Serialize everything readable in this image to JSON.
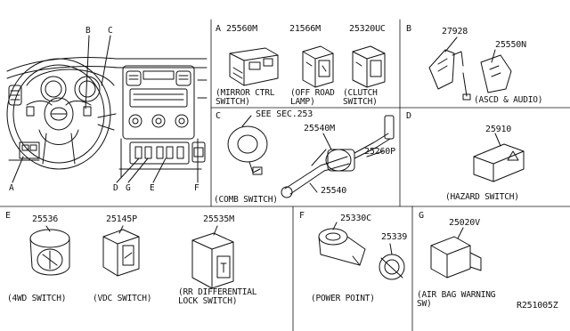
{
  "overview": {
    "callouts": {
      "b": "B",
      "c": "C",
      "a": "A",
      "d": "D",
      "g": "G",
      "e": "E",
      "f": "F"
    }
  },
  "section_a": {
    "letter": "A",
    "parts": [
      {
        "number": "25560M",
        "caption": "(MIRROR CTRL\nSWITCH)"
      },
      {
        "number": "21566M",
        "caption": "(OFF ROAD\nLAMP)"
      },
      {
        "number": "25320UC",
        "caption": "(CLUTCH\nSWITCH)"
      }
    ]
  },
  "section_b": {
    "letter": "B",
    "parts": [
      {
        "number": "27928"
      },
      {
        "number": "25550N"
      }
    ],
    "caption": "(ASCD & AUDIO)"
  },
  "section_c": {
    "letter": "C",
    "see_ref": "SEE SEC.253",
    "parts": [
      {
        "number": "25540M"
      },
      {
        "number": "25260P"
      },
      {
        "number": "25540"
      }
    ],
    "caption": "(COMB SWITCH)"
  },
  "section_d": {
    "letter": "D",
    "parts": [
      {
        "number": "25910"
      }
    ],
    "caption": "(HAZARD SWITCH)"
  },
  "section_e": {
    "letter": "E",
    "parts": [
      {
        "number": "25536",
        "caption": "(4WD SWITCH)"
      },
      {
        "number": "25145P",
        "caption": "(VDC SWITCH)"
      },
      {
        "number": "25535M",
        "caption": "(RR DIFFERENTIAL\nLOCK SWITCH)"
      }
    ]
  },
  "section_f": {
    "letter": "F",
    "parts": [
      {
        "number": "25330C"
      },
      {
        "number": "25339"
      }
    ],
    "caption": "(POWER POINT)"
  },
  "section_g": {
    "letter": "G",
    "parts": [
      {
        "number": "25020V"
      }
    ],
    "caption": "(AIR BAG WARNING\nSW)"
  },
  "reference_code": "R251005Z"
}
